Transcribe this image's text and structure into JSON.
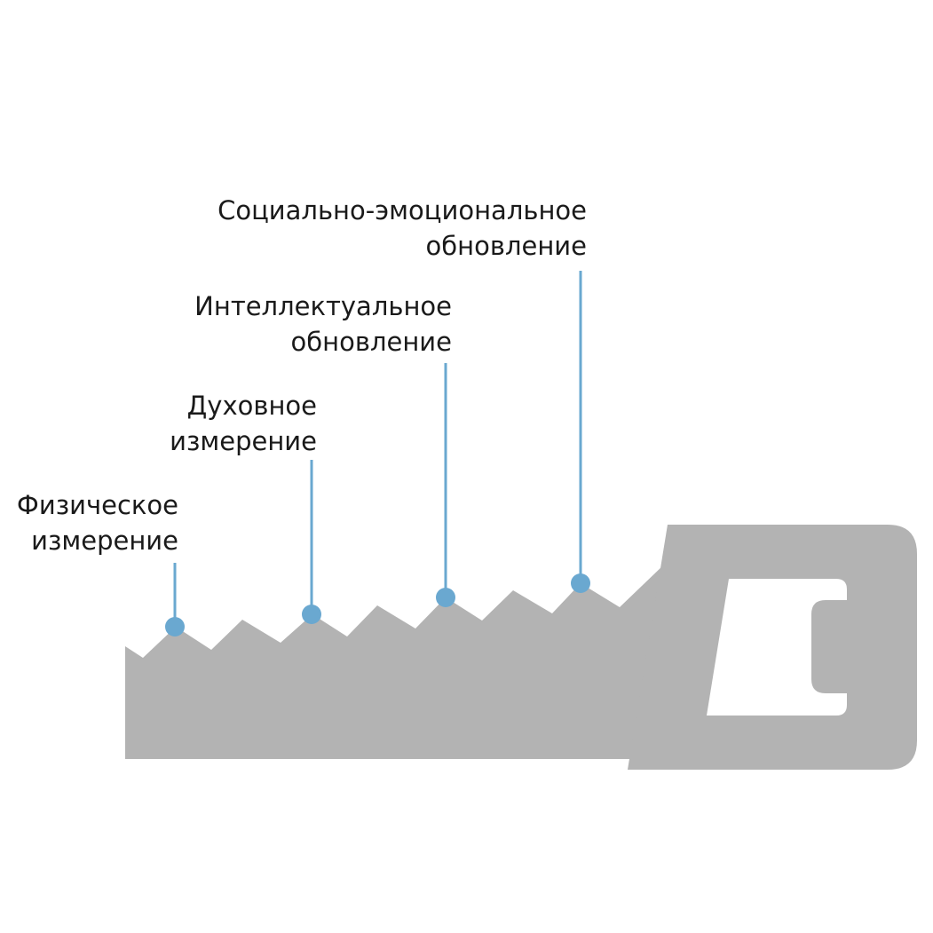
{
  "colors": {
    "saw": "#b3b3b3",
    "connector": "#6aa8d0",
    "text": "#1a1a1a",
    "background": "#ffffff"
  },
  "labels": [
    {
      "line1": "Физическое",
      "line2": "измерение"
    },
    {
      "line1": "Духовное",
      "line2": "измерение"
    },
    {
      "line1": "Интеллектуальное",
      "line2": "обновление"
    },
    {
      "line1": "Социально-эмоциональное",
      "line2": "обновление"
    }
  ]
}
